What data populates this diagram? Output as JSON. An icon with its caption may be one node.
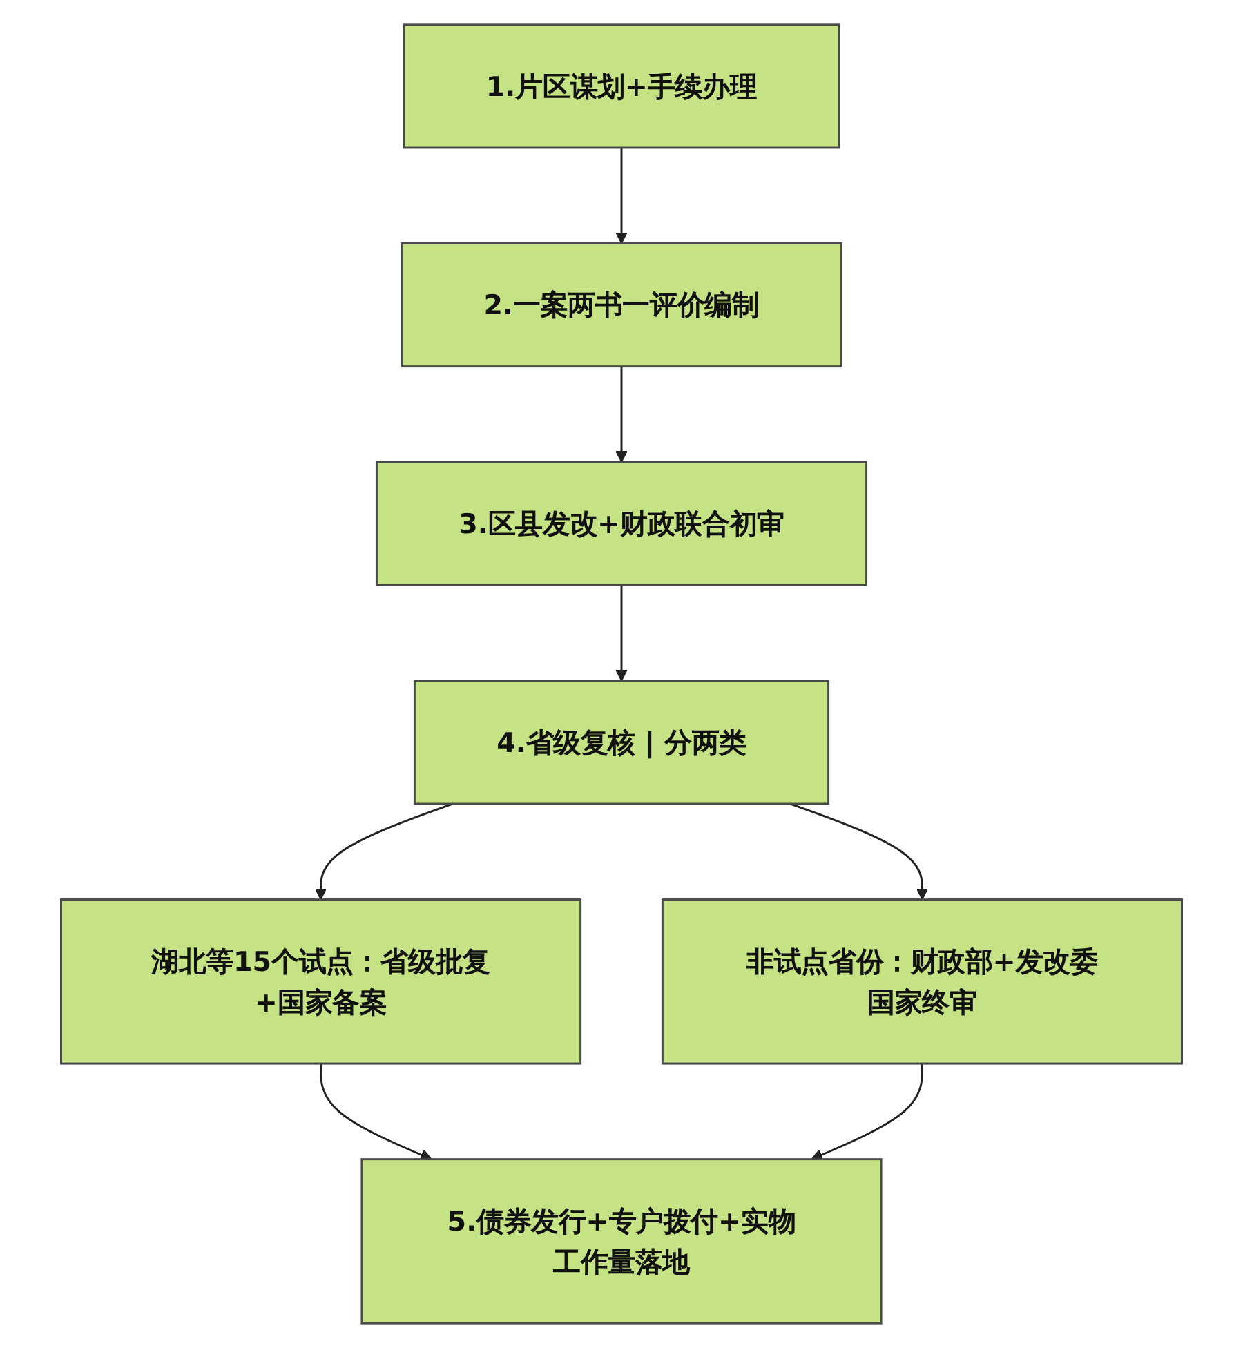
{
  "diagram": {
    "nodes": [
      {
        "text": [
          "1.片区谋划+手续办理"
        ]
      },
      {
        "text": [
          "2.一案两书一评价编制"
        ]
      },
      {
        "text": [
          "3.区县发改+财政联合初审"
        ]
      },
      {
        "text": [
          "4.省级复核 | 分两类"
        ]
      },
      {
        "text": [
          "湖北等15个试点：省级批复+国家备案"
        ]
      },
      {
        "text": [
          "非试点省份：财政部+发改委国家终审"
        ]
      },
      {
        "text": [
          "5.债券发行+专户拨付+实物工作量落地"
        ]
      }
    ],
    "edges": [
      {
        "from": 0,
        "to": 1,
        "arrow": "to"
      },
      {
        "from": 1,
        "to": 2,
        "arrow": "to"
      },
      {
        "from": 2,
        "to": 3,
        "arrow": "to"
      },
      {
        "from": 3,
        "to": 4,
        "arrow": "to"
      },
      {
        "from": 3,
        "to": 5,
        "arrow": "to"
      },
      {
        "from": 4,
        "to": 6,
        "arrow": "to"
      },
      {
        "from": 5,
        "to": 6,
        "arrow": "to"
      }
    ]
  }
}
